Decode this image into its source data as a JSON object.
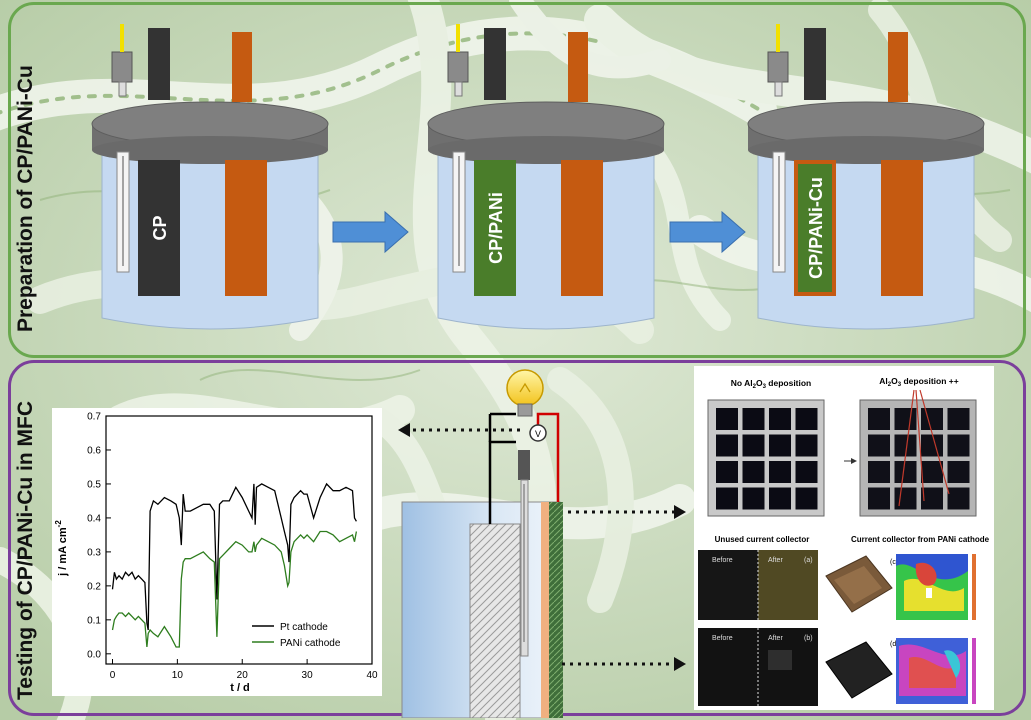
{
  "panels": {
    "top_title": "Preparation of CP/PANi-Cu",
    "bottom_title": "Testing of CP/PANi-Cu in MFC"
  },
  "cells": [
    {
      "electrode_label": "CP",
      "electrode_color": "#333333"
    },
    {
      "electrode_label": "CP/PANi",
      "electrode_color": "#4a7d2a"
    },
    {
      "electrode_label": "CP/PANi-Cu",
      "electrode_color": "#4a7d2a"
    }
  ],
  "colors": {
    "counter_electrode": "#c55a11",
    "lid": "#7f7f7f",
    "water": "#c5d9f1",
    "arrow": "#4f8fd6",
    "border_top": "#6aa84f",
    "border_bottom": "#7b3f9b"
  },
  "mfc": {
    "meter_label": "V"
  },
  "inset": {
    "top_left_caption": "No Al2O3 deposition",
    "top_right_caption_main": "Al",
    "top_right_caption_sub1": "2",
    "top_right_caption_mid": "O",
    "top_right_caption_sub2": "3",
    "top_right_caption_end": " deposition ++",
    "top_left_caption_main": "No Al",
    "top_left_caption_sub1": "2",
    "top_left_caption_mid": "O",
    "top_left_caption_sub2": "3",
    "top_left_caption_end": " deposition",
    "unused_caption": "Unused current collector",
    "pani_caption": "Current collector from PANi cathode",
    "before_label": "Before",
    "after_label": "After",
    "panel_a": "(a)",
    "panel_b": "(b)",
    "panel_c": "(c)",
    "panel_d": "(d)"
  },
  "chart_data": {
    "type": "line",
    "xlabel": "t / d",
    "ylabel": "j / mA cm",
    "ylabel_sup": "-2",
    "xlim": [
      -1,
      40
    ],
    "ylim": [
      -0.03,
      0.7
    ],
    "xticks": [
      0,
      10,
      20,
      30,
      40
    ],
    "yticks": [
      0.0,
      0.1,
      0.2,
      0.3,
      0.4,
      0.5,
      0.6,
      0.7
    ],
    "legend_position": "bottom-right",
    "series": [
      {
        "name": "Pt cathode",
        "color": "#000000",
        "x": [
          0,
          0.3,
          0.6,
          1,
          1.5,
          2,
          2.5,
          3,
          3.5,
          4,
          4.5,
          5,
          5.3,
          5.5,
          5.8,
          6.3,
          7,
          8,
          9,
          9.8,
          10.3,
          10.6,
          10.9,
          11.2,
          12,
          13,
          14,
          15,
          15.7,
          16,
          16.1,
          16.5,
          17,
          18,
          19,
          20,
          21,
          21.5,
          21.8,
          22,
          22.2,
          23,
          24,
          25,
          26,
          26.5,
          27,
          27.2,
          27.5,
          28,
          29,
          29.5,
          30,
          31,
          32,
          33,
          34,
          35,
          36,
          37,
          37.3,
          37.6
        ],
        "y": [
          0.19,
          0.24,
          0.22,
          0.23,
          0.22,
          0.24,
          0.23,
          0.24,
          0.22,
          0.23,
          0.22,
          0.21,
          0.09,
          0.07,
          0.42,
          0.45,
          0.44,
          0.46,
          0.45,
          0.44,
          0.4,
          0.32,
          0.47,
          0.42,
          0.42,
          0.43,
          0.44,
          0.44,
          0.42,
          0.22,
          0.16,
          0.44,
          0.45,
          0.45,
          0.49,
          0.46,
          0.42,
          0.4,
          0.5,
          0.38,
          0.49,
          0.5,
          0.49,
          0.48,
          0.4,
          0.36,
          0.32,
          0.27,
          0.44,
          0.46,
          0.48,
          0.47,
          0.47,
          0.4,
          0.46,
          0.5,
          0.48,
          0.48,
          0.49,
          0.48,
          0.4,
          0.39
        ]
      },
      {
        "name": "PANi cathode",
        "color": "#2e7d1e",
        "x": [
          0,
          0.3,
          0.6,
          1,
          1.5,
          2,
          2.5,
          3,
          3.5,
          4,
          4.5,
          5,
          5.3,
          5.5,
          5.8,
          6.3,
          7,
          8,
          9,
          9.8,
          10.3,
          10.6,
          10.9,
          11.2,
          12,
          13,
          14,
          15,
          15.7,
          16,
          16.1,
          16.5,
          17,
          18,
          19,
          20,
          21,
          21.5,
          21.8,
          22,
          22.2,
          23,
          24,
          25,
          26,
          26.5,
          27,
          27.2,
          27.5,
          28,
          29,
          29.5,
          30,
          31,
          32,
          33,
          34,
          35,
          36,
          37,
          37.3,
          37.6
        ],
        "y": [
          0.07,
          0.1,
          0.11,
          0.12,
          0.12,
          0.11,
          0.12,
          0.11,
          0.1,
          0.11,
          0.1,
          0.09,
          0.02,
          0.06,
          0.07,
          0.06,
          0.05,
          0.08,
          0.05,
          0.02,
          0.02,
          0.22,
          0.27,
          0.28,
          0.28,
          0.29,
          0.3,
          0.28,
          0.27,
          0.1,
          0.05,
          0.28,
          0.29,
          0.31,
          0.33,
          0.32,
          0.3,
          0.3,
          0.33,
          0.3,
          0.32,
          0.34,
          0.33,
          0.32,
          0.3,
          0.26,
          0.2,
          0.21,
          0.3,
          0.33,
          0.35,
          0.34,
          0.35,
          0.33,
          0.36,
          0.36,
          0.35,
          0.33,
          0.34,
          0.35,
          0.33,
          0.36
        ]
      }
    ]
  }
}
